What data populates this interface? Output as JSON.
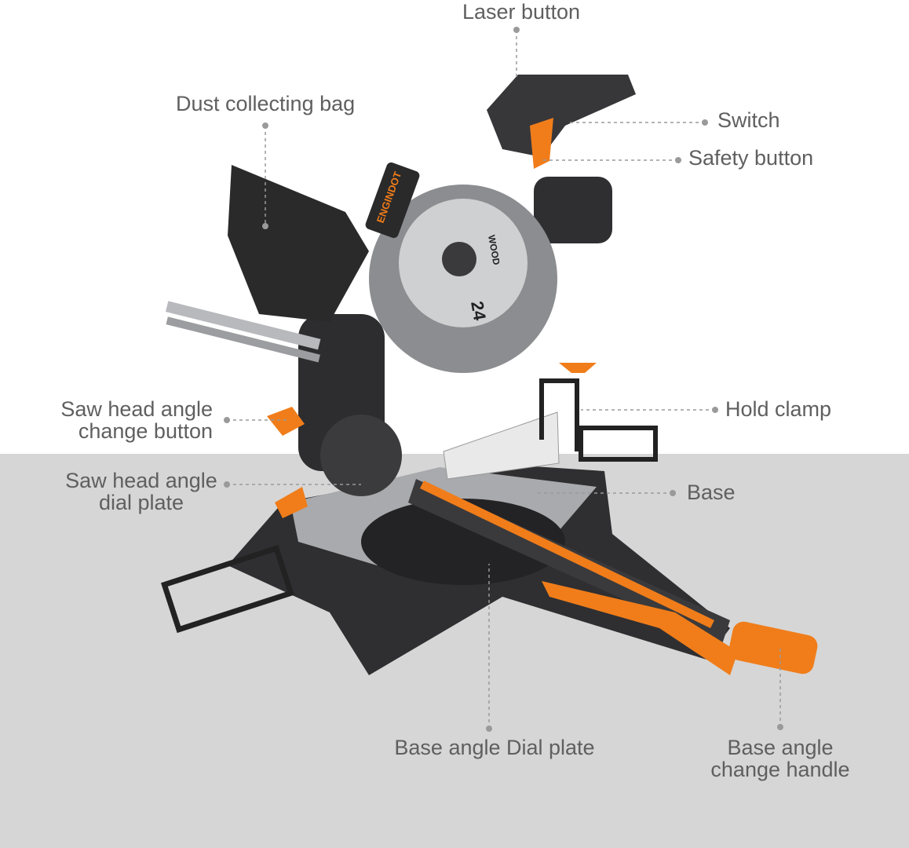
{
  "labels": {
    "laser_button": "Laser button",
    "dust_bag": "Dust collecting bag",
    "switch": "Switch",
    "safety_button": "Safety button",
    "saw_head_angle_button": [
      "Saw head angle",
      "change button"
    ],
    "hold_clamp": "Hold clamp",
    "saw_head_dial": [
      "Saw head angle",
      "dial plate"
    ],
    "base": "Base",
    "base_dial": "Base angle Dial plate",
    "base_handle": [
      "Base angle",
      "change handle"
    ]
  },
  "product": {
    "brand": "ENGINDOT",
    "blade_teeth": "24",
    "blade_material": "WOOD"
  },
  "colors": {
    "accent": "#f07d1a",
    "body": "#3a3a3c",
    "guard": "#8c8d90",
    "text": "#5f5f5f",
    "floor": "#d6d6d6"
  }
}
